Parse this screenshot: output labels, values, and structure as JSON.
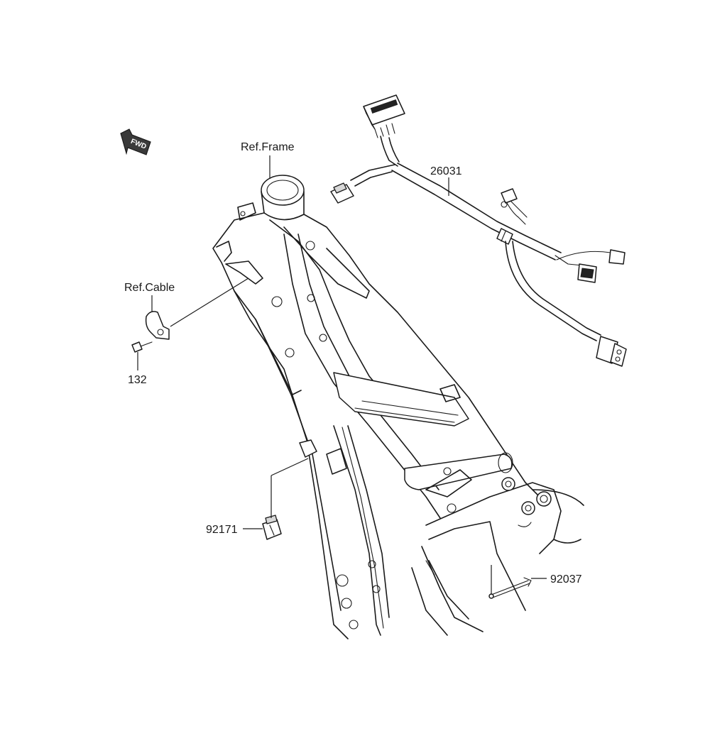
{
  "direction_badge": {
    "text": "FWD"
  },
  "labels": {
    "ref_frame": "Ref.Frame",
    "ref_cable": "Ref.Cable",
    "part_26031": "26031",
    "part_132": "132",
    "part_92171": "92171",
    "part_92037": "92037"
  }
}
